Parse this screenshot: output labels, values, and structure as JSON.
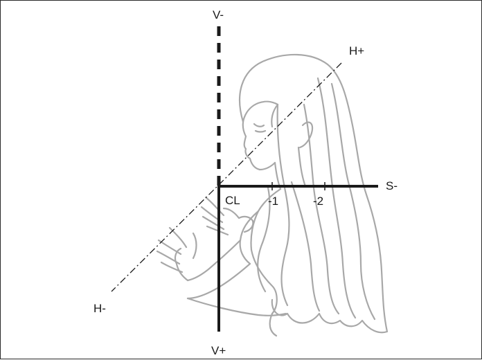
{
  "diagram": {
    "axis_labels": {
      "vertical_negative": "V-",
      "vertical_positive": "V+",
      "horizontal_positive": "H+",
      "horizontal_negative": "H-",
      "sagittal_negative": "S-"
    },
    "scale_labels": [
      "CL",
      "-1",
      "-2"
    ],
    "colors": {
      "axis": "#1a1a1a",
      "figure_outline": "#a8a8a8"
    }
  }
}
